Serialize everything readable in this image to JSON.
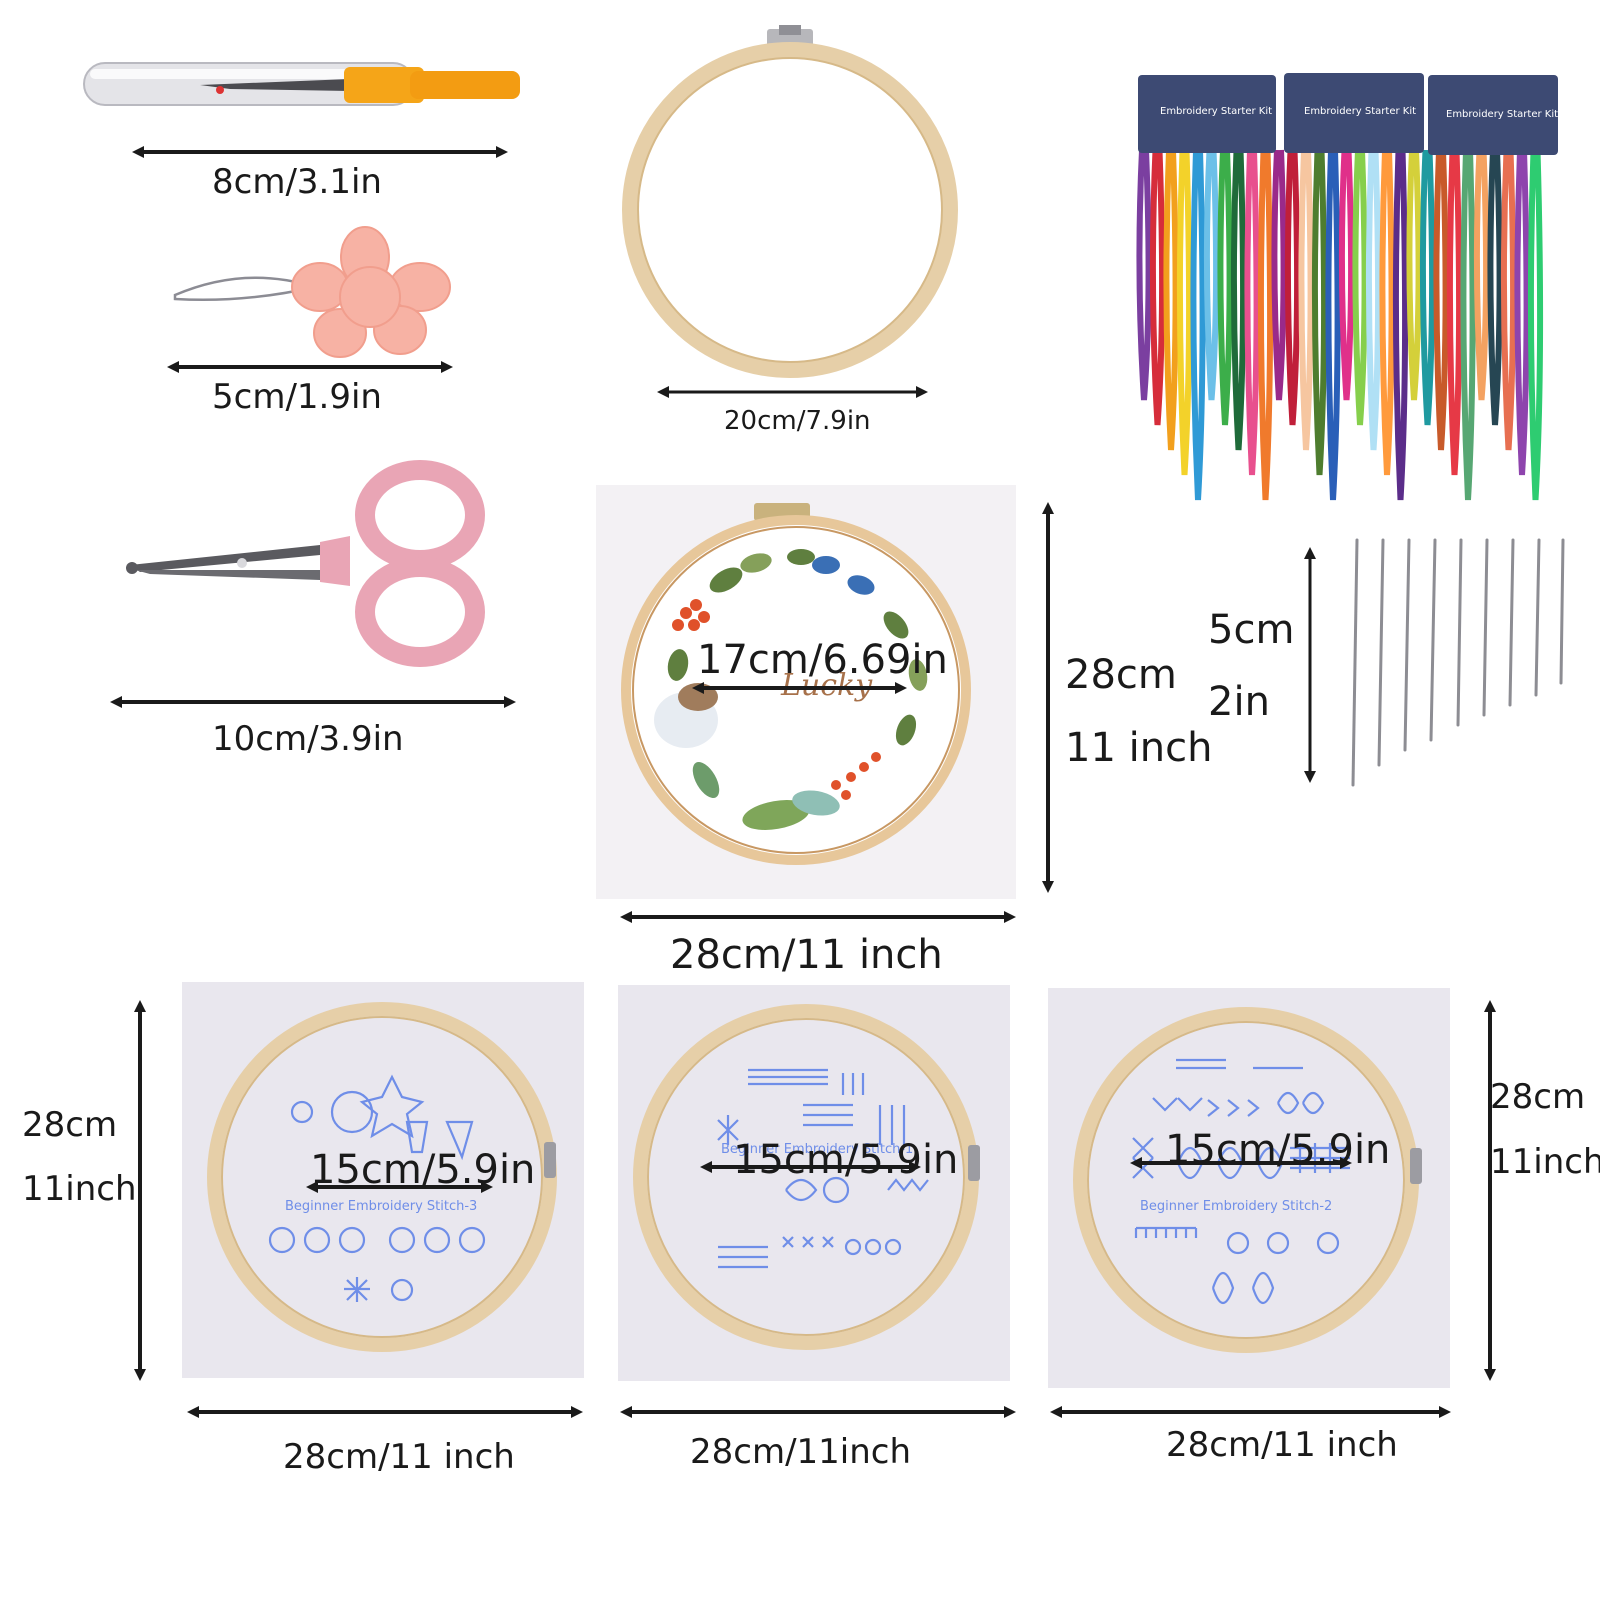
{
  "items": {
    "seam_ripper": {
      "label": "8cm/3.1in"
    },
    "threader": {
      "label": "5cm/1.9in"
    },
    "hoop_20": {
      "label": "20cm/7.9in"
    },
    "scissors": {
      "label": "10cm/3.9in"
    },
    "thread_cards": {
      "card_title": "Embroidery Starter Kit"
    },
    "pattern_lucky": {
      "text": "Lucky",
      "inner_label": "17cm/6.69in",
      "height_cm": "28cm",
      "height_in": "11 inch",
      "width_label": "28cm/11 inch"
    },
    "needles": {
      "length_cm": "5cm",
      "length_in": "2in"
    },
    "stitch_cloth_1": {
      "height_cm": "28cm",
      "height_in": "11inch",
      "inner_label": "15cm/5.9in",
      "width_label": "28cm/11 inch",
      "print_title": "Beginner Embroidery Stitch-3"
    },
    "stitch_cloth_2": {
      "inner_label": "15cm/5.9in",
      "width_label": "28cm/11inch",
      "print_title": "Beginner Embroidery Stitch-1"
    },
    "stitch_cloth_3": {
      "height_cm": "28cm",
      "height_in": "11inch",
      "inner_label": "15cm/5.9in",
      "width_label": "28cm/11 inch",
      "print_title": "Beginner Embroidery Stitch-2"
    }
  },
  "colors": {
    "arrow": "#1a1a1a",
    "wood": "#e6cfa8",
    "fabric": "#e9e7ee",
    "print_blue": "#6f8ee8",
    "card_navy": "#3d4a73"
  },
  "icons": [
    "seam-ripper-icon",
    "needle-threader-icon",
    "embroidery-hoop-icon",
    "scissors-icon",
    "thread-skein-icon",
    "needle-icon"
  ]
}
